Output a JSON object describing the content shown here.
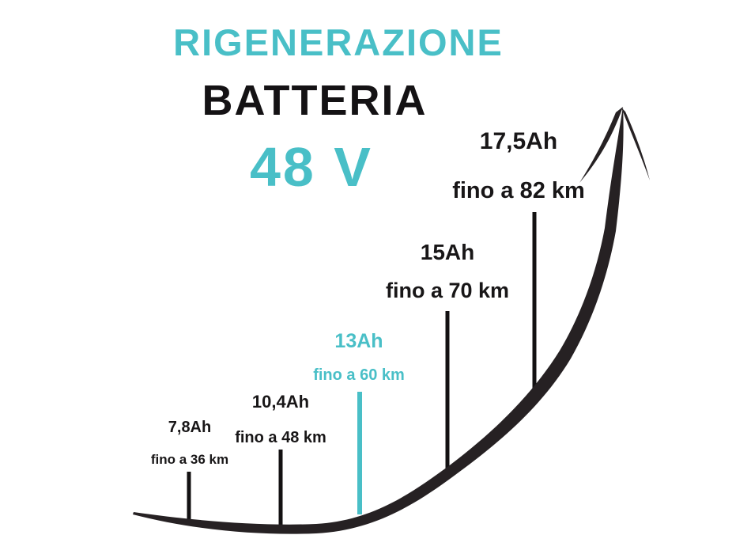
{
  "colors": {
    "accent_teal": "#49BFC7",
    "ink_black": "#181617",
    "background": "#FFFFFF"
  },
  "header": {
    "title_line1": "RIGENERAZIONE",
    "title_line2": "BATTERIA",
    "title_line3": "48 V"
  },
  "chart_data": {
    "type": "line",
    "title": "RIGENERAZIONE BATTERIA 48 V",
    "legend": "none",
    "grid": false,
    "x_categories": [
      "7,8Ah",
      "10,4Ah",
      "13Ah",
      "15Ah",
      "17,5Ah"
    ],
    "values_km": [
      36,
      48,
      60,
      70,
      82
    ],
    "points": [
      {
        "capacity": "7,8Ah",
        "range_label": "fino a 36 km",
        "range_km": 36,
        "highlighted": false
      },
      {
        "capacity": "10,4Ah",
        "range_label": "fino a 48 km",
        "range_km": 48,
        "highlighted": false
      },
      {
        "capacity": "13Ah",
        "range_label": "fino a 60 km",
        "range_km": 60,
        "highlighted": true
      },
      {
        "capacity": "15Ah",
        "range_label": "fino a 70 km",
        "range_km": 70,
        "highlighted": false
      },
      {
        "capacity": "17,5Ah",
        "range_label": "fino a 82 km",
        "range_km": 82,
        "highlighted": false
      }
    ]
  }
}
